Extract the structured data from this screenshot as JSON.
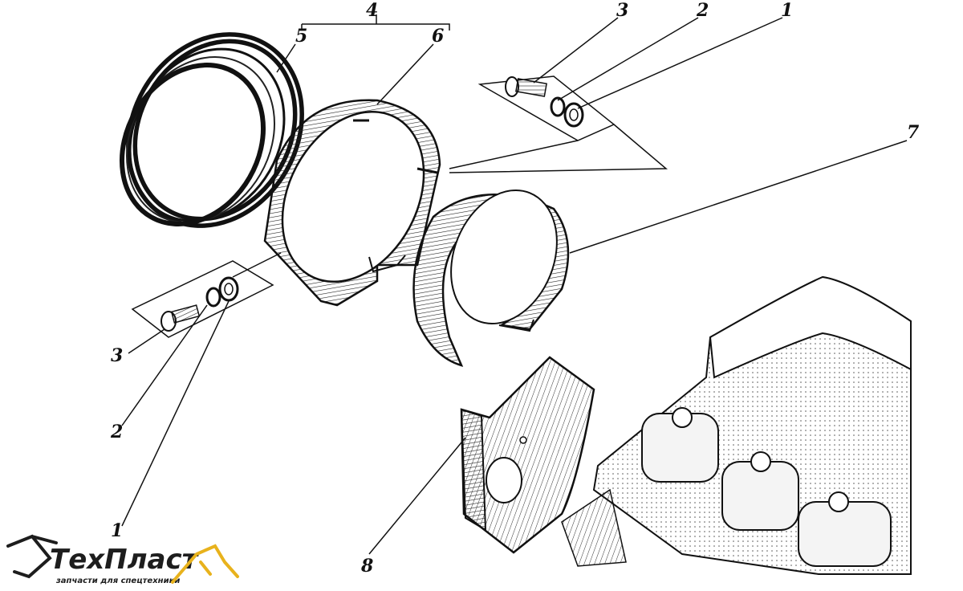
{
  "diagram": {
    "callouts": [
      "1",
      "2",
      "3",
      "4",
      "5",
      "6",
      "7",
      "8",
      "3",
      "2",
      "1"
    ]
  },
  "logo": {
    "brand": "ТехПласт",
    "tagline": "запчасти для спецтехники",
    "colors": {
      "accent": "#e8b21c",
      "text": "#1d1d1d"
    }
  }
}
